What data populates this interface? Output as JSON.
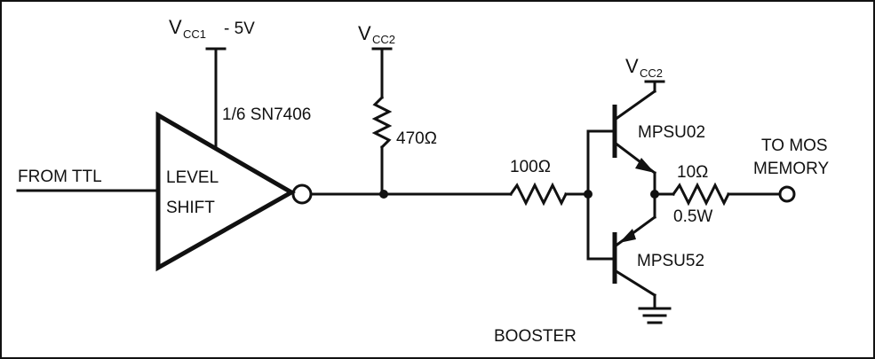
{
  "labels": {
    "input": "FROM TTL",
    "level_1": "LEVEL",
    "level_2": "SHIFT",
    "vcc1_main": "V",
    "vcc1_sub": "CC1",
    "vcc1_value": " - 5V",
    "gate": "1/6 SN7406",
    "vcc2_main": "V",
    "vcc2_sub": "CC2",
    "r_pullup": "470Ω",
    "r_base": "100Ω",
    "q_top": "MPSU02",
    "q_bottom": "MPSU52",
    "vcc2b_main": "V",
    "vcc2b_sub": "CC2",
    "r_out": "10Ω",
    "r_out_power": "0.5W",
    "output_1": "TO MOS",
    "output_2": "MEMORY",
    "booster": "BOOSTER"
  }
}
